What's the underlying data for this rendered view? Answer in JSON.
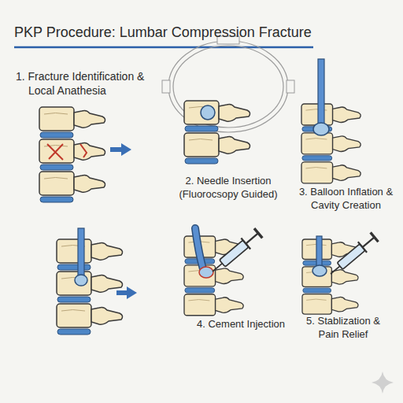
{
  "diagram": {
    "title": "PKP Procedure: Lumbar Compression Fracture",
    "labels": [
      "1. Fracture Identification & Local Anathesia",
      "2. Needle Insertion (Fluorocsopy Guided)",
      "3. Balloon Inflation & Cavity Creation",
      "4. Cement Injection",
      "5. Stablization & Pain Relief"
    ]
  }
}
